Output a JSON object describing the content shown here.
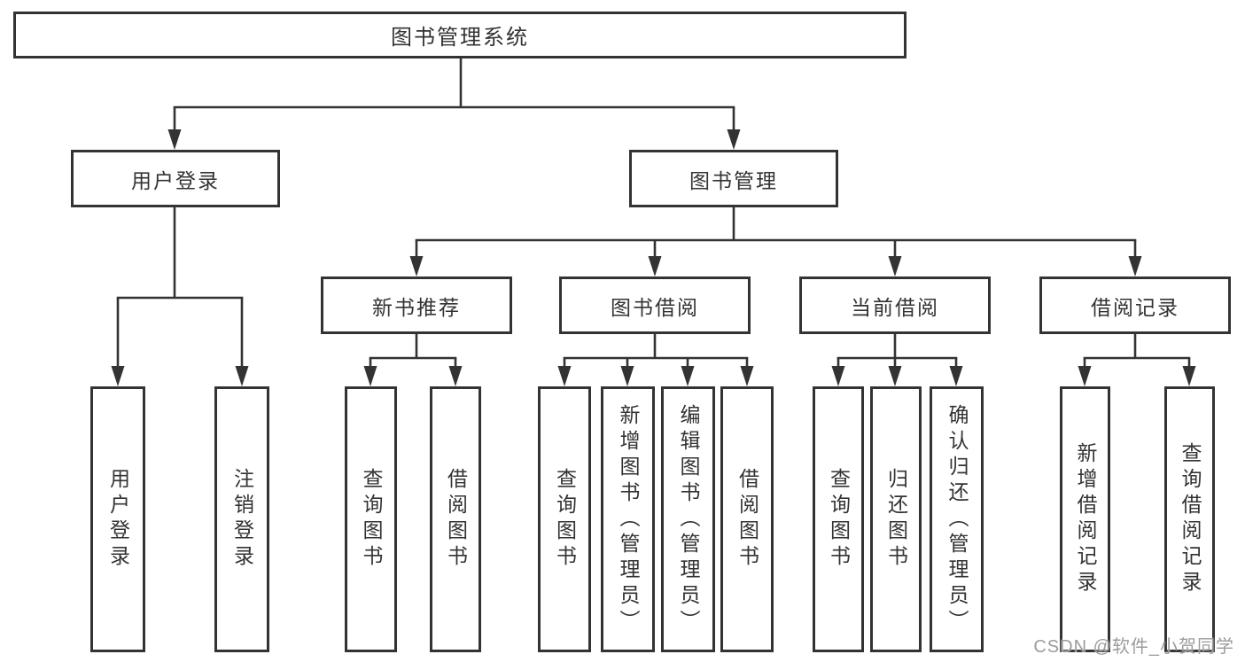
{
  "diagram_title": "图书管理系统",
  "nodes": {
    "root": {
      "label": "图书管理系统"
    },
    "user_login_group": {
      "label": "用户登录"
    },
    "book_management": {
      "label": "图书管理"
    },
    "new_book_recommend": {
      "label": "新书推荐"
    },
    "book_borrow": {
      "label": "图书借阅"
    },
    "current_borrow": {
      "label": "当前借阅"
    },
    "borrow_records": {
      "label": "借阅记录"
    },
    "user_login": {
      "label": "用户登录"
    },
    "logout": {
      "label": "注销登录"
    },
    "recommend_query_books": {
      "label": "查询图书"
    },
    "recommend_borrow_books": {
      "label": "借阅图书"
    },
    "borrow_query_books": {
      "label": "查询图书"
    },
    "borrow_add_books_admin": {
      "label": "新增图书（管理员）"
    },
    "borrow_edit_books_admin": {
      "label": "编辑图书（管理员）"
    },
    "borrow_borrow_books": {
      "label": "借阅图书"
    },
    "current_query_books": {
      "label": "查询图书"
    },
    "current_return_books": {
      "label": "归还图书"
    },
    "current_confirm_return_admin": {
      "label": "确认归还（管理员）"
    },
    "records_add_record": {
      "label": "新增借阅记录"
    },
    "records_query_record": {
      "label": "查询借阅记录"
    }
  },
  "watermark": {
    "text": "CSDN @软件_小贺同学"
  },
  "colors": {
    "line": "#333333",
    "box_background": "#ffffff",
    "watermark": "#9c9c9c"
  }
}
